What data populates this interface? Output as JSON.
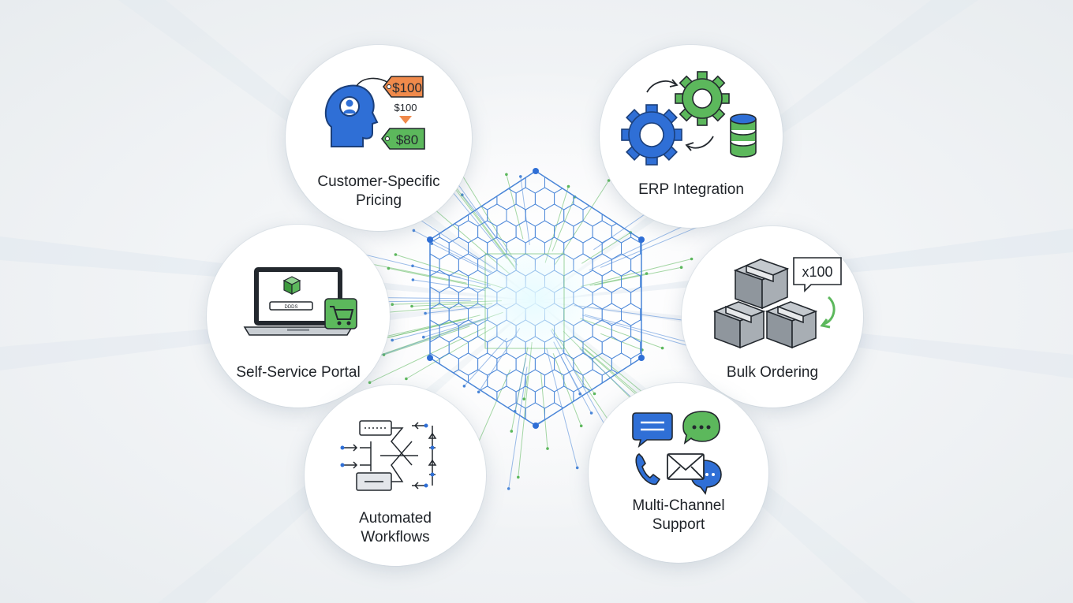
{
  "features": [
    {
      "id": "pricing",
      "label": "Customer-Specific Pricing",
      "lines": [
        "Customer-Specific",
        "Pricing"
      ],
      "icon": "price-tag-icon",
      "tags": {
        "original": "$100",
        "strikethrough": "$100",
        "discounted": "$80"
      }
    },
    {
      "id": "erp",
      "label": "ERP Integration",
      "lines": [
        "ERP Integration"
      ],
      "icon": "gears-database-icon"
    },
    {
      "id": "portal",
      "label": "Self-Service Portal",
      "lines": [
        "Self-Service Portal"
      ],
      "icon": "laptop-cart-icon",
      "screen_text": "DDDS"
    },
    {
      "id": "bulk",
      "label": "Bulk Ordering",
      "lines": [
        "Bulk Ordering"
      ],
      "icon": "boxes-icon",
      "multiplier": "x100"
    },
    {
      "id": "workflows",
      "label": "Automated Workflows",
      "lines": [
        "Automated",
        "Workflows"
      ],
      "icon": "flowchart-icon"
    },
    {
      "id": "support",
      "label": "Multi-Channel Support",
      "lines": [
        "Multi-Channel",
        "Support"
      ],
      "icon": "chat-phone-mail-icon"
    }
  ],
  "colors": {
    "blue": "#2f6fd6",
    "green": "#5cb85c",
    "orange": "#f08a4b",
    "gray": "#9aa0a6",
    "hex_line": "#4a86d8",
    "dark": "#23282e"
  }
}
